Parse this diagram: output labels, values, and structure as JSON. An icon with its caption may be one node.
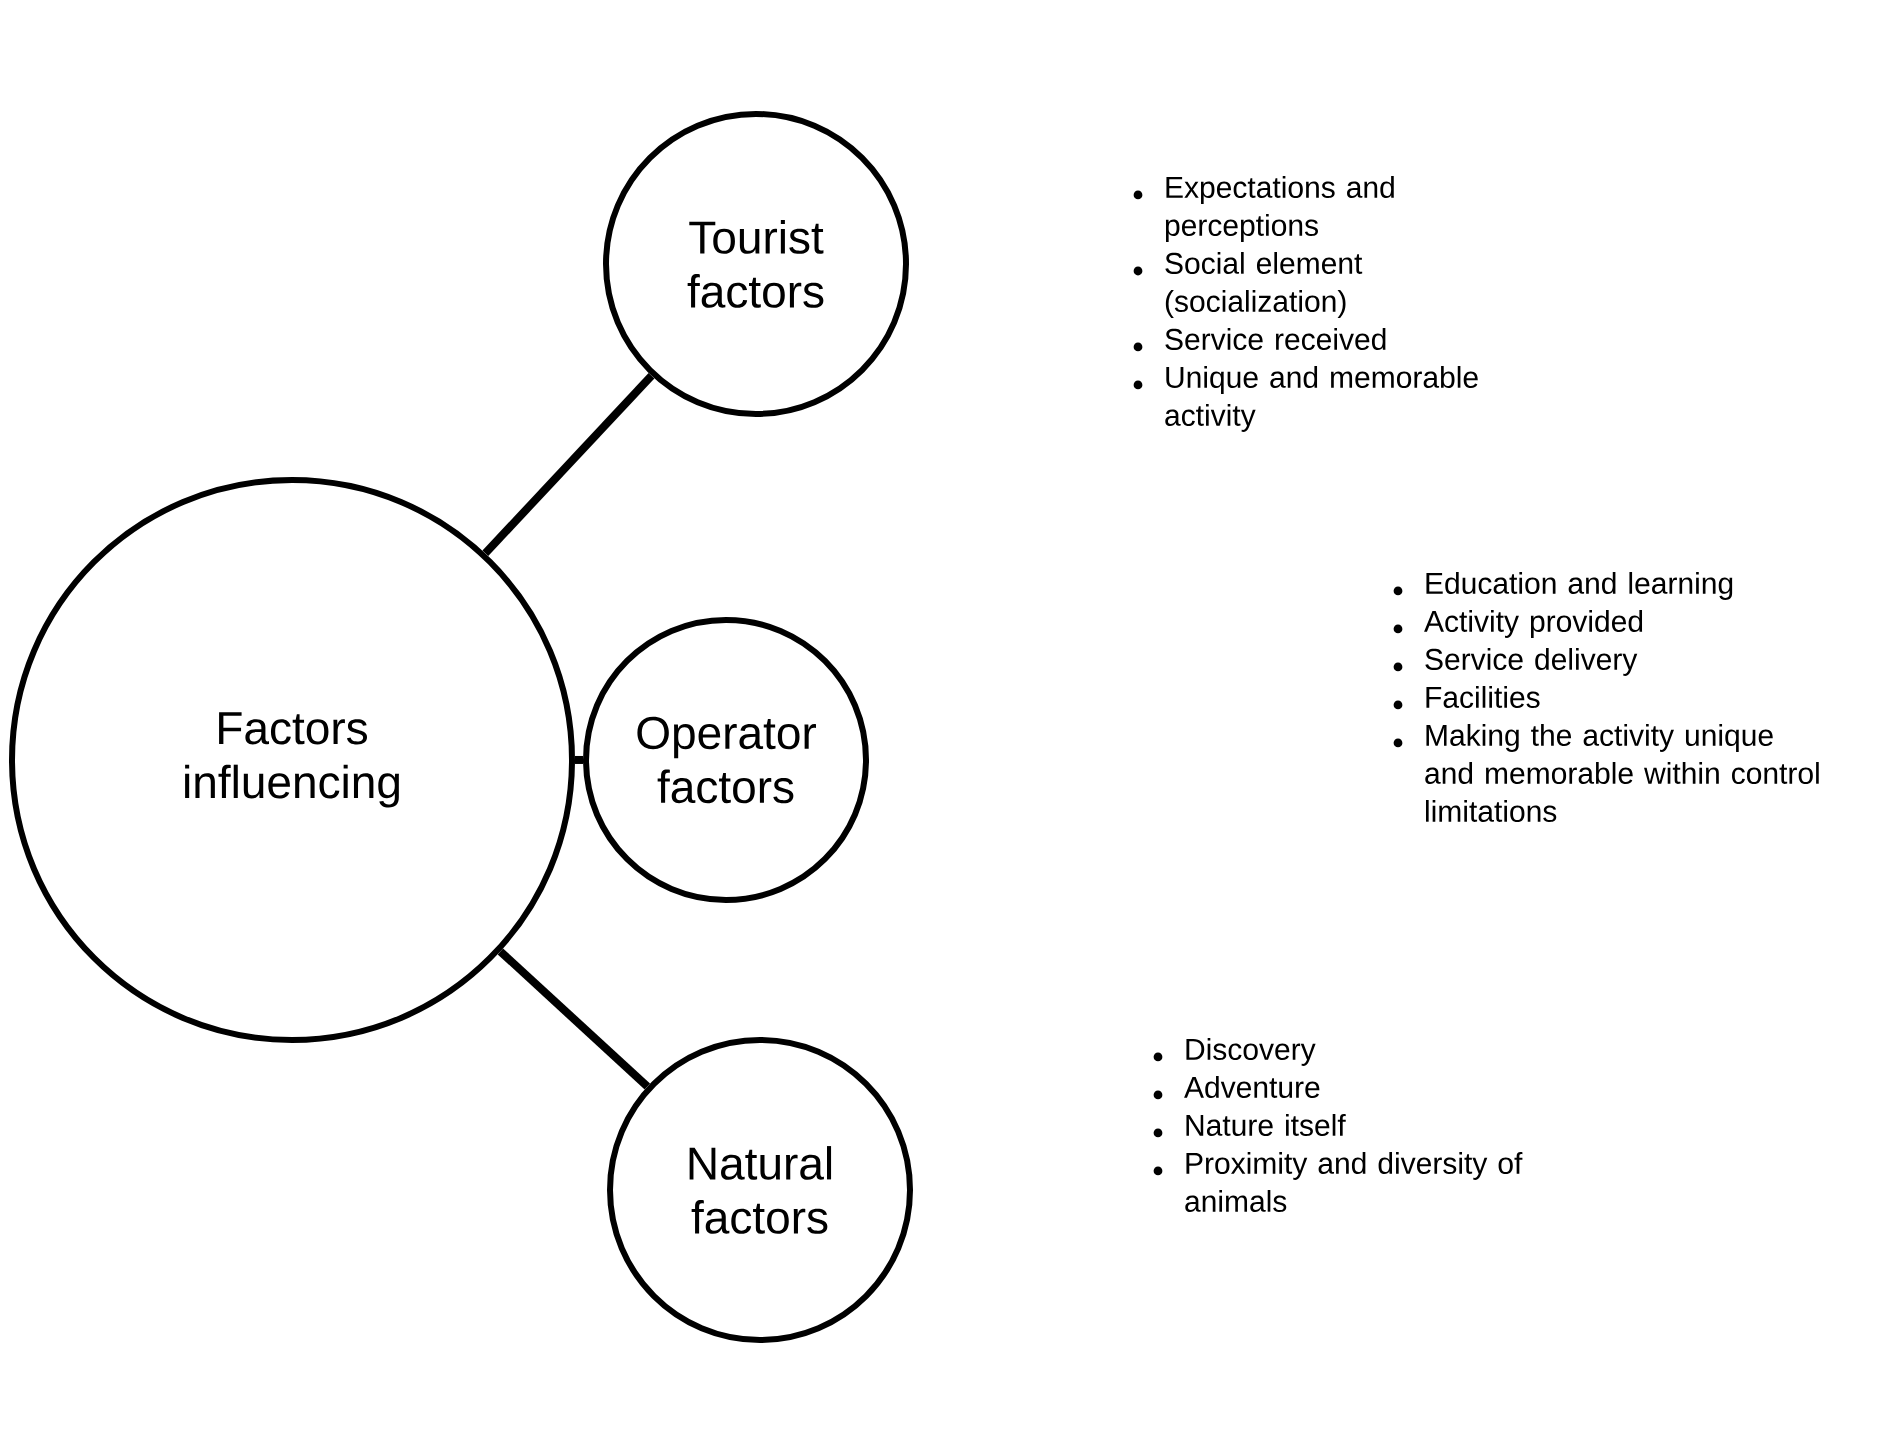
{
  "diagram": {
    "nodes": [
      {
        "text": [
          "Factors influencing"
        ]
      },
      {
        "text": [
          "Tourist factors"
        ],
        "beside": [
          "Expectations and perceptions",
          "Social element (socialization)",
          "Service received",
          "Unique and memorable activity"
        ]
      },
      {
        "text": [
          "Operator factors"
        ],
        "beside": [
          "Education and learning",
          "Activity provided",
          "Service delivery",
          "Facilities",
          "Making the activity unique and memorable within control limitations"
        ]
      },
      {
        "text": [
          "Natural factors"
        ],
        "beside": [
          "Discovery",
          "Adventure",
          "Nature itself",
          "Proximity and diversity of animals"
        ]
      }
    ],
    "edges": [
      {
        "from": 0,
        "to": 1,
        "arrow": "none"
      },
      {
        "from": 0,
        "to": 2,
        "arrow": "none"
      },
      {
        "from": 0,
        "to": 3,
        "arrow": "none"
      }
    ]
  }
}
